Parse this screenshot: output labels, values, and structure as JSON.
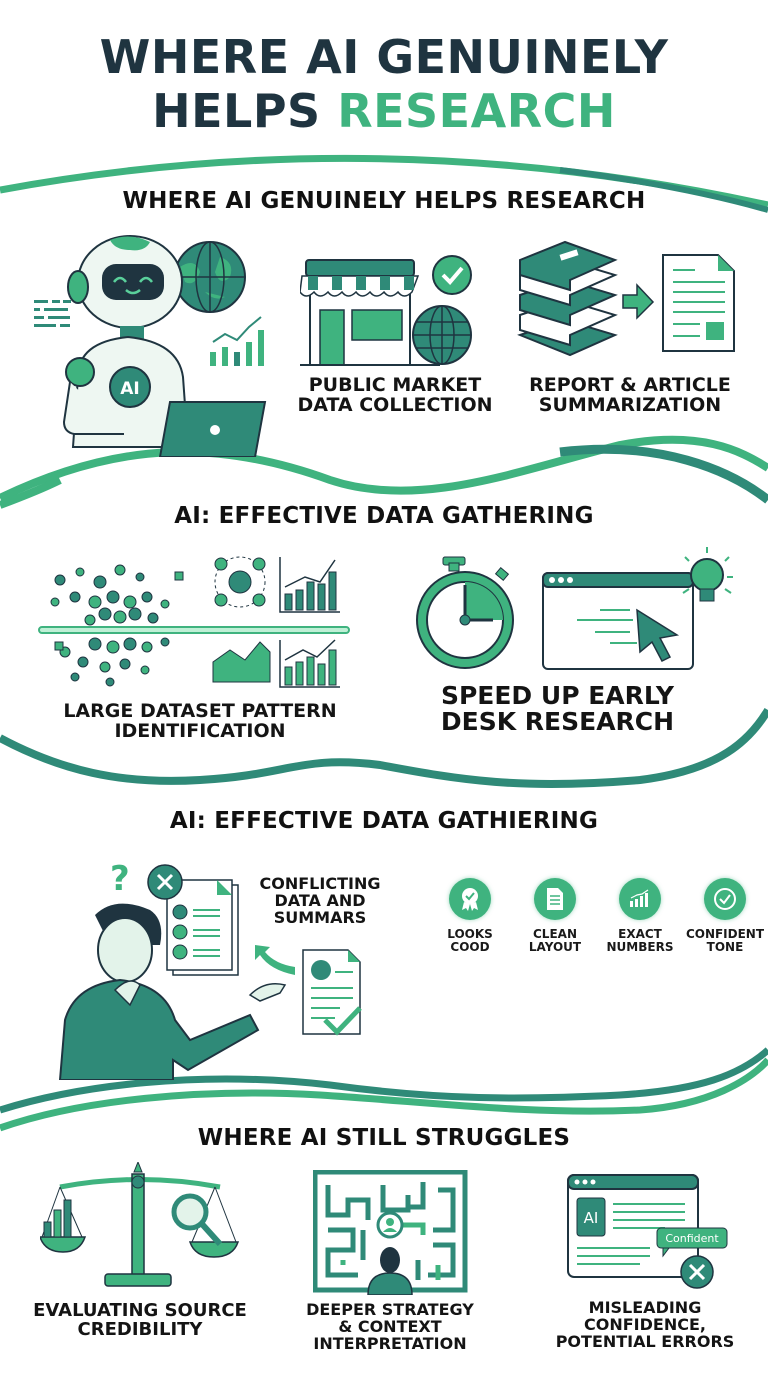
{
  "header": {
    "title_line1": "WHERE AI GENUINELY",
    "title_line2_dark": "HELPS ",
    "title_line2_accent": "RESEARCH"
  },
  "colors": {
    "dark_text": "#1f3440",
    "accent_green": "#3fb37f",
    "dark_green": "#2e7d68",
    "teal": "#2f8a78",
    "background": "#ffffff"
  },
  "sections": [
    {
      "title": "WHERE AI GENUINELY HELPS RESEARCH",
      "items": [
        {
          "icon": "ai-robot-icon",
          "label": ""
        },
        {
          "icon": "market-store-icon",
          "label_line1": "PUBLIC MARKET",
          "label_line2": "DATA COLLECTION"
        },
        {
          "icon": "books-to-document-icon",
          "label_line1": "REPORT & ARTICLE",
          "label_line2": "SUMMARIZATION"
        }
      ],
      "robot_badge": "AI"
    },
    {
      "title": "AI:  EFFECTIVE DATA GATHERING",
      "items": [
        {
          "icon": "dataset-pattern-icon",
          "label_line1": "LARGE DATASET PATTERN",
          "label_line2": "IDENTIFICATION"
        },
        {
          "icon": "stopwatch-browser-icon",
          "label_line1": "SPEED UP EARLY",
          "label_line2": "DESK RESEARCH"
        }
      ]
    },
    {
      "title": "AI: EFFECTIVE DATA GATHIERING",
      "items": [
        {
          "icon": "confused-person-icon",
          "label_line1": "CONFLICTING",
          "label_line2": "DATA AND",
          "label_line3": "SUMMARS"
        }
      ],
      "badges": [
        {
          "icon": "award-ribbon-icon",
          "line1": "LOOKS",
          "line2": "COOD"
        },
        {
          "icon": "document-icon",
          "line1": "CLEAN",
          "line2": "LAYOUT"
        },
        {
          "icon": "bar-chart-icon",
          "line1": "EXACT",
          "line2": "NUMBERS"
        },
        {
          "icon": "check-circle-icon",
          "line1": "CONFIDENT",
          "line2": "TONE"
        }
      ]
    },
    {
      "title": "WHERE AI STILL STRUGGLES",
      "items": [
        {
          "icon": "balance-scale-icon",
          "label_line1": "EVALUATING SOURCE",
          "label_line2": "CREDIBILITY"
        },
        {
          "icon": "maze-person-icon",
          "label_line1": "DEEPER STRATEGY",
          "label_line2": "& CONTEXT",
          "label_line3": "INTERPRETATION"
        },
        {
          "icon": "ai-window-warning-icon",
          "label_line1": "MISLEADING",
          "label_line2": "CONFIDENCE,",
          "label_line3": "POTENTIAL ERRORS",
          "window_badge": "AI",
          "speech_bubble": "Confident"
        }
      ]
    }
  ]
}
